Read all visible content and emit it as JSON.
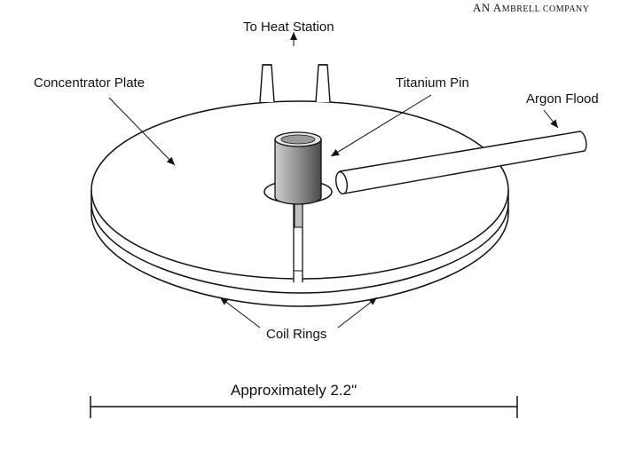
{
  "brand": {
    "prefix": "AN A",
    "name_rest": "MBRELL",
    "suffix": " COMPANY"
  },
  "labels": {
    "heat_station": "To Heat Station",
    "concentrator_plate": "Concentrator Plate",
    "titanium_pin": "Titanium Pin",
    "argon_flood": "Argon Flood",
    "coil_rings": "Coil Rings",
    "dimension": "Approximately 2.2\""
  },
  "colors": {
    "line": "#111111",
    "pin_dark": "#555555",
    "pin_light": "#d9d9d9"
  }
}
